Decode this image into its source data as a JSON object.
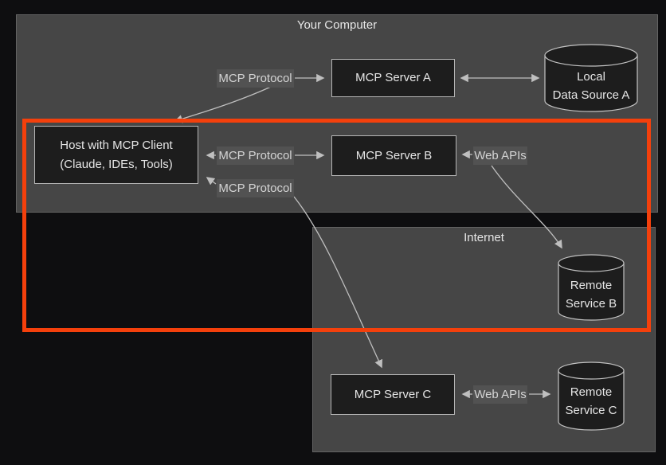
{
  "regions": {
    "your_computer": "Your Computer",
    "internet": "Internet"
  },
  "nodes": {
    "host": {
      "line1": "Host with MCP Client",
      "line2": "(Claude, IDEs, Tools)"
    },
    "server_a": "MCP Server A",
    "server_b": "MCP Server B",
    "server_c": "MCP Server C",
    "local_data_source_a": {
      "line1": "Local",
      "line2": "Data Source A"
    },
    "remote_service_b": {
      "line1": "Remote",
      "line2": "Service B"
    },
    "remote_service_c": {
      "line1": "Remote",
      "line2": "Service C"
    }
  },
  "edge_labels": {
    "mcp_protocol_top": "MCP Protocol",
    "mcp_protocol_middle": "MCP Protocol",
    "mcp_protocol_bottom": "MCP Protocol",
    "web_apis_b": "Web APIs",
    "web_apis_c": "Web APIs"
  },
  "colors": {
    "page-bg": "#0e0e10",
    "region-bg": "#464646",
    "region-border": "#636363",
    "node-bg": "#1d1d1d",
    "node-border": "#b5b5b5",
    "label-bg": "#525252",
    "text-primary": "#e6e6e6",
    "text-secondary": "#d4d4d4",
    "line-color": "#bfbfbf",
    "highlight": "#f4400c"
  }
}
